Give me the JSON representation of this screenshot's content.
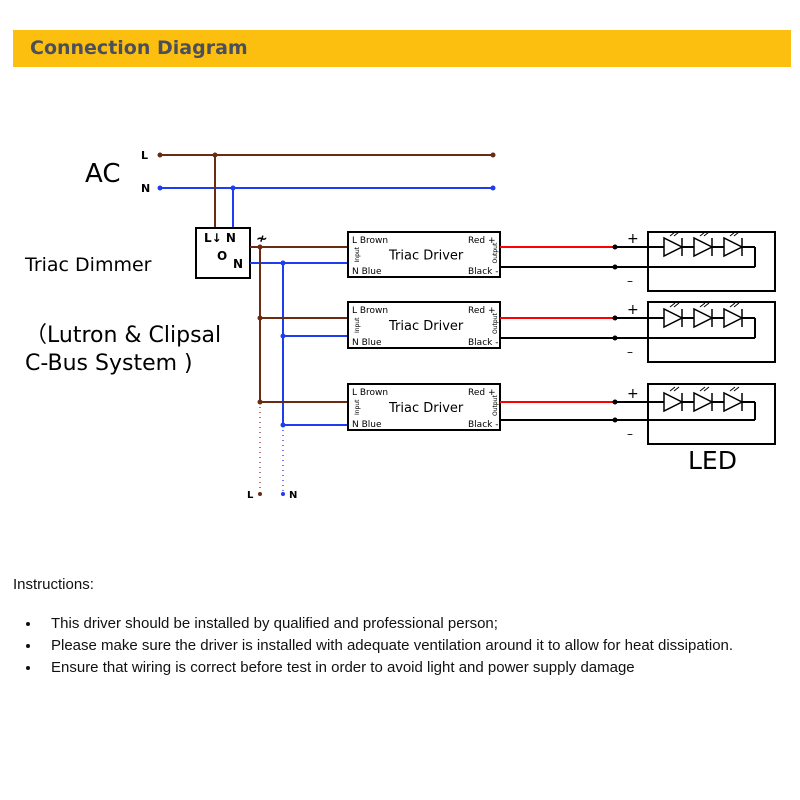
{
  "header": {
    "title": "Connection Diagram"
  },
  "diagram": {
    "ac_label": "AC",
    "l": "L",
    "n": "N",
    "dimmer_label": "Triac Dimmer",
    "system_line1": "（Lutron & Clipsal",
    "system_line2": "C-Bus System )",
    "dimmer_top": "L↓ N",
    "dimmer_o": "O",
    "dimmer_n": "N",
    "driver": {
      "title": "Triac Driver",
      "l_brown": "L Brown",
      "n_blue": "N Blue",
      "red": "Red +",
      "black": "Black -",
      "input": "Input",
      "output": "Output"
    },
    "plus": "+",
    "minus": "–",
    "led_label": "LED",
    "colors": {
      "live": "#6b2a12",
      "neutral": "#1e3cf0",
      "positive": "#ff0000",
      "negative": "#000000"
    }
  },
  "instructions": {
    "title": "Instructions:",
    "items": [
      "This driver should be installed by qualified and professional person;",
      "Please make sure the driver is installed with adequate ventilation around it to allow for heat dissipation.",
      "Ensure that wiring is correct before test in order to avoid light and power supply damage"
    ]
  }
}
